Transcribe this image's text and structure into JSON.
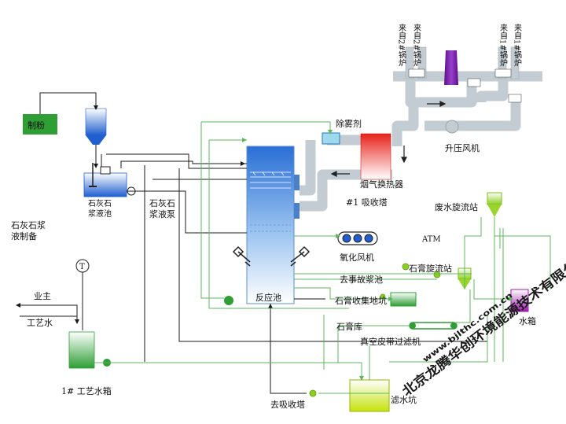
{
  "diagram": {
    "labels": {
      "powder_making": "制粉",
      "limestone_slurry_tank": "石灰石浆液池",
      "limestone_slurry_prep": "石灰石浆液制备",
      "limestone_slurry_pump": "石灰石浆液泵",
      "industrial_water": "工艺水",
      "industry_main": "业主",
      "process_water_tank_1": "1# 工艺水箱",
      "thermometer": "T",
      "demister": "除雾剂",
      "flue_gas_heat_exchanger": "烟气换热器",
      "absorber_tower_1": "#1 吸收塔",
      "reaction_tank": "反应池",
      "booster_fan": "升压风机",
      "oxidation_fan": "氧化风机",
      "atm": "ATM",
      "emergency_slurry_tank": "去事故浆池",
      "gypsum_cyclone": "石膏旋流站",
      "gypsum_collection_pit": "石膏收集地坑",
      "wastewater_cyclone": "废水旋流站",
      "wastewater_tank": "水箱",
      "gypsum_warehouse": "石膏库",
      "vacuum_belt_filter": "真空皮带过滤机",
      "filtrate_pit": "滤水坑",
      "to_absorber": "去吸收塔",
      "from_boiler_2a": "来自2#锅炉",
      "from_boiler_2b": "来自2#锅炉",
      "from_boiler_1a": "来自1#锅炉",
      "from_boiler_1b": "来自1#锅炉"
    },
    "watermark": {
      "company": "北京龙腾华创环境能源技术有限公司",
      "url": "www.bjlthc.com.cn"
    },
    "colors": {
      "flue_duct": "#c3ccd2",
      "slurry_line": "#5cb85c",
      "process_line": "#1a1a1a",
      "tank_blue": "#2b6fd0",
      "heater_red": "#e8221b",
      "chimney_purple": "#7b1fa2",
      "equipment_green": "#2e9e35",
      "lime_green": "#9ad52e"
    }
  }
}
